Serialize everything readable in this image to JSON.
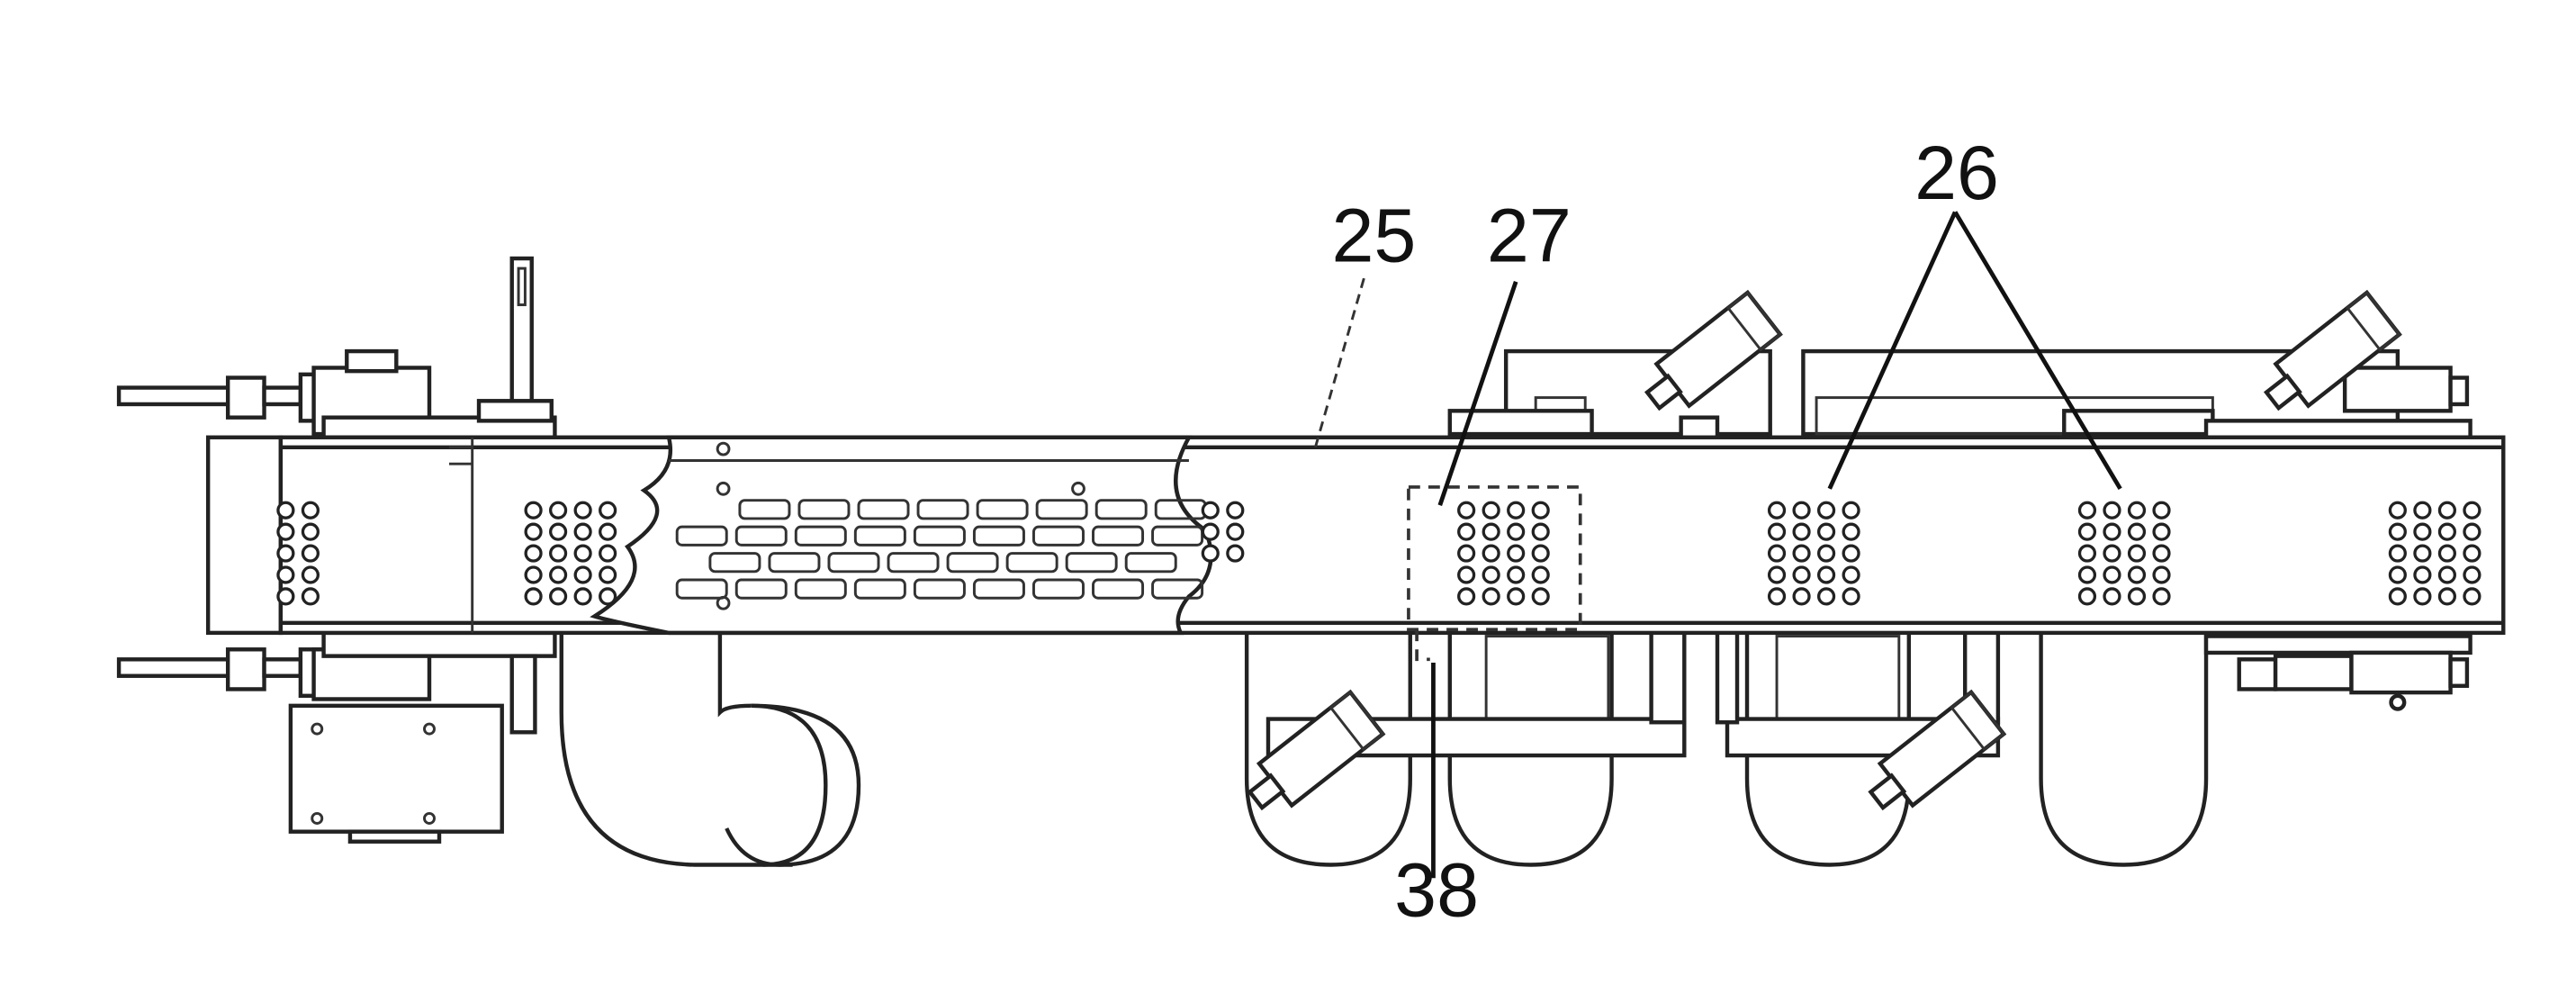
{
  "labels": {
    "l25": "25",
    "l27": "27",
    "l26": "26",
    "l38": "38"
  }
}
